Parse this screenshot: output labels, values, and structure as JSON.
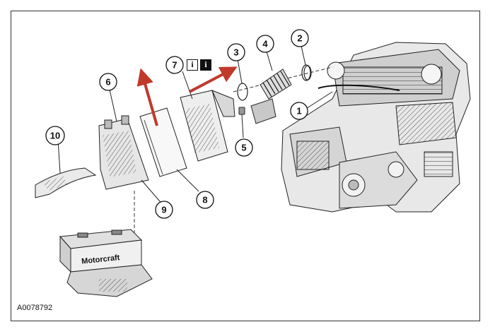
{
  "figure": {
    "doc_id": "A0078792",
    "callouts": [
      {
        "id": "1",
        "label": "1"
      },
      {
        "id": "2",
        "label": "2"
      },
      {
        "id": "3",
        "label": "3"
      },
      {
        "id": "4",
        "label": "4"
      },
      {
        "id": "5",
        "label": "5"
      },
      {
        "id": "6",
        "label": "6"
      },
      {
        "id": "7",
        "label": "7"
      },
      {
        "id": "8",
        "label": "8"
      },
      {
        "id": "9",
        "label": "9"
      },
      {
        "id": "10",
        "label": "10"
      }
    ],
    "info_badges": [
      "i",
      "i"
    ],
    "battery_brand": "Motorcraft",
    "arrow_color": "#c0392b"
  }
}
